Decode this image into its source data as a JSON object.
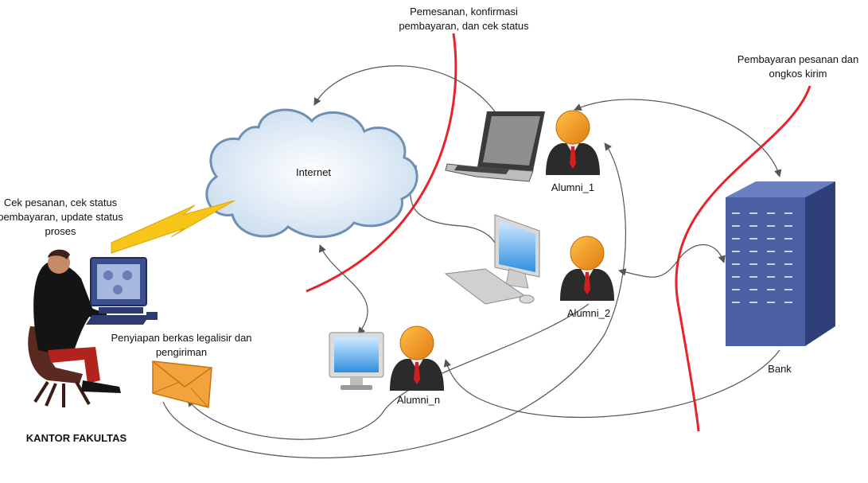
{
  "labels": {
    "internet": "Internet",
    "order_line1": "Pemesanan, konfirmasi",
    "order_line2": "pembayaran, dan cek status",
    "payment_line1": "Pembayaran pesanan dan",
    "payment_line2": "ongkos kirim",
    "check_line1": "Cek pesanan, cek status",
    "check_line2": "pembayaran, update status",
    "check_line3": "proses",
    "prep_line1": "Penyiapan berkas legalisir dan",
    "prep_line2": "pengiriman",
    "alumni_1": "Alumni_1",
    "alumni_2": "Alumni_2",
    "alumni_n": "Alumni_n",
    "bank": "Bank",
    "office": "KANTOR FAKULTAS"
  },
  "colors": {
    "boundary_line": "#e8232a",
    "arrow": "#555555",
    "cloud_stroke": "#6f8fb3",
    "cloud_fill": "#eef4fb",
    "person_head": "#f29a1f",
    "person_body": "#2b2b2b",
    "tie": "#d11f1f",
    "bank_front": "#4b5fa3",
    "bank_side": "#2e3f7a",
    "bank_top": "#6c7fc0",
    "lightning": "#f7c51a",
    "envelope": "#f3a33d"
  },
  "icons": [
    "cloud-icon",
    "laptop-icon",
    "desktop-computer-icon",
    "monitor-icon",
    "person-icon",
    "bank-server-icon",
    "envelope-icon",
    "lightning-icon",
    "office-worker-icon"
  ]
}
